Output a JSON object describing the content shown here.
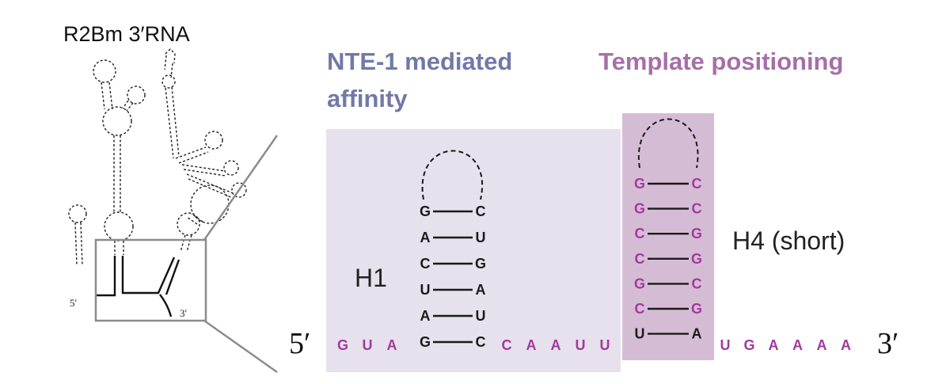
{
  "colors": {
    "nte_text": "#7279a8",
    "nte_box": "#e6e1ec",
    "template_text": "#a66fa8",
    "template_box": "#d5bcd5",
    "magenta_nt": "#a2399e",
    "black_nt": "#1a1a1a",
    "zoom_gray": "#8c8c8c"
  },
  "left_panel": {
    "title": "R2Bm 3′RNA",
    "five_prime": "5′",
    "three_prime": "3′"
  },
  "sections": {
    "nte_line1": "NTE-1 mediated",
    "nte_line2": "affinity",
    "template": "Template positioning"
  },
  "ends": {
    "five": "5′",
    "three": "3′"
  },
  "helices": {
    "h1_label": "H1",
    "h4_label": "H4 (short)",
    "h1_pairs": [
      [
        "G",
        "C"
      ],
      [
        "A",
        "U"
      ],
      [
        "C",
        "G"
      ],
      [
        "U",
        "A"
      ],
      [
        "A",
        "U"
      ],
      [
        "G",
        "C"
      ]
    ],
    "h4_pairs": [
      [
        "G",
        "C"
      ],
      [
        "G",
        "C"
      ],
      [
        "C",
        "G"
      ],
      [
        "C",
        "G"
      ],
      [
        "G",
        "C"
      ],
      [
        "C",
        "G"
      ],
      [
        "U",
        "A"
      ]
    ]
  },
  "strand": {
    "lead": [
      "G",
      "U",
      "A"
    ],
    "linker": [
      "C",
      "A",
      "A",
      "U",
      "U"
    ],
    "tail": [
      "U",
      "G",
      "A",
      "A",
      "A",
      "A"
    ]
  }
}
